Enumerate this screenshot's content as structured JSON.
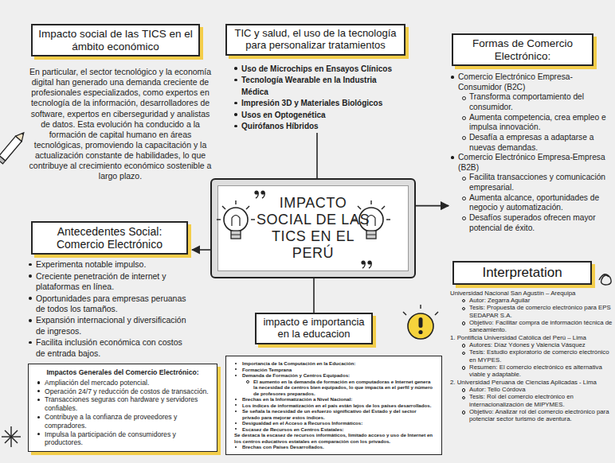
{
  "diagram": {
    "nodes": [
      {
        "text": [
          "Impacto social de las TICS en el ámbito económico",
          "En particular, el sector tecnológico y la economía digital han generado una demanda creciente de profesionales especializados, como expertos en tecnología de la información, desarrolladores de software, expertos en ciberseguridad y analistas de datos. Esta evolución ha conducido a la formación de capital humano en áreas tecnológicas, promoviendo la capacitación y la actualización constante de habilidades, lo que contribuye al crecimiento económico sostenible a largo plazo."
        ]
      },
      {
        "text": [
          "TIC y salud, el uso de la tecnología para personalizar tratamientos",
          "Uso de Microchips en Ensayos Clínicos",
          "Tecnología Wearable en la Industria Médica",
          "Impresión 3D y Materiales Biológicos",
          "Usos en Optogenética",
          "Quirófanos Híbridos"
        ]
      },
      {
        "text": [
          "Formas de Comercio Electrónico:",
          "Comercio Electrónico Empresa-Consumidor (B2C)",
          "Transforma comportamiento del consumidor.",
          "Aumenta competencia, crea empleo e impulsa innovación.",
          "Desafía a empresas a adaptarse a nuevas demandas.",
          "Comercio Electrónico Empresa-Empresa (B2B)",
          "Facilita transacciones y comunicación empresarial.",
          "Aumenta alcance, oportunidades de negocio y automatización.",
          "Desafíos superados ofrecen mayor potencial de éxito."
        ]
      },
      {
        "text": [
          "IMPACTO SOCIAL DE LAS TICS EN EL PERÚ"
        ]
      },
      {
        "text": [
          "Antecedentes Social: Comercio Electrónico",
          "Experimenta notable impulso.",
          "Creciente penetración de internet y plataformas en línea.",
          "Oportunidades para empresas peruanas de todos los tamaños.",
          "Expansión internacional y diversificación de ingresos.",
          "Facilita inclusión económica con costos de entrada bajos."
        ]
      },
      {
        "text": [
          "Interpretation",
          "Universidad Nacional San Agustín – Arequipa",
          "Autor: Zegarra Aguilar",
          "Tesis: Propuesta de comercio electrónico para EPS SEDAPAR S.A.",
          "Objetivo: Facilitar compra de información técnica de saneamiento.",
          "1. Pontificia Universidad Católica del Perú – Lima",
          "Autores: Díaz Ydones y Valencia Vásquez",
          "Tesis: Estudio exploratorio de comercio electrónico en MYPES.",
          "Resumen: El comercio electrónico es alternativa viable y adaptable.",
          "2. Universidad Peruana de Ciencias Aplicadas - Lima",
          "Autor: Tello Córdova",
          "Tesis: Rol del comercio electrónico en internacionalización de MIPYMES.",
          "Objetivo: Analizar rol del comercio electrónico para potenciar sector turismo de aventura."
        ]
      },
      {
        "text": [
          "Impactos Generales del Comercio Electrónico:",
          "Ampliación del mercado potencial.",
          "Operación 24/7 y reducción de costos de transacción.",
          "Transacciones seguras con hardware y servidores confiables.",
          "Contribuye a la confianza de proveedores y compradores.",
          "Impulsa la participación de consumidores y productores."
        ]
      },
      {
        "text": [
          "impacto e importancia en la educacion"
        ]
      },
      {
        "text": [
          "Importancia de la Computación en la Educación:",
          "Formación Temprana",
          "Demanda de Formación y Centros Equipados:",
          "El aumento en la demanda de formación en computadoras e Internet genera la necesidad de centros bien equipados, lo que impacta en el perfil y número de profesores preparados.",
          "Brechas en la Informatización a Nivel Nacional:",
          "Los índices de informatización en el país están lejos de los países desarrollados.",
          "Se señala la necesidad de un esfuerzo significativo del Estado y del sector privado para mejorar estos índices.",
          "Desigualdad en el Acceso a Recursos Informáticos:",
          "Escasez de Recursos en Centros Estatales:",
          "Se destaca la escasez de recursos informáticos, limitado acceso y uso de Internet en los centros educativos estatales en comparación con los privados.",
          "Brechas con Países Desarrollados."
        ]
      }
    ],
    "edges": [
      {
        "from": 3,
        "to": 1,
        "arrow": "none"
      },
      {
        "from": 3,
        "to": 4,
        "arrow": "to"
      },
      {
        "from": 3,
        "to": 2,
        "arrow": "to"
      },
      {
        "from": 3,
        "to": 7,
        "arrow": "none"
      }
    ]
  }
}
